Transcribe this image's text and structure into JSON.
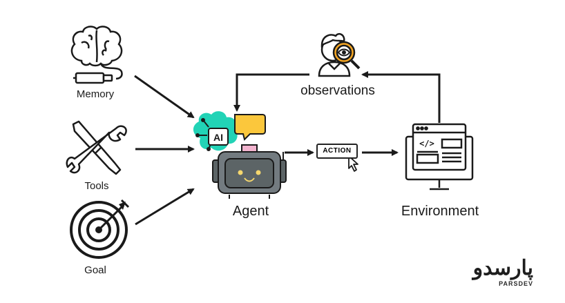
{
  "nodes": {
    "memory": {
      "label": "Memory",
      "icon": "brain-icon"
    },
    "tools": {
      "label": "Tools",
      "icon": "wrench-screwdriver-icon"
    },
    "goal": {
      "label": "Goal",
      "icon": "target-icon"
    },
    "agent": {
      "label": "Agent",
      "icon": "robot-icon",
      "badge": "AI"
    },
    "observations": {
      "label": "observations",
      "icon": "observer-magnifier-icon"
    },
    "environment": {
      "label": "Environment",
      "icon": "browser-monitor-icon"
    }
  },
  "action_tag": "ACTION",
  "brand": {
    "name": "پارسدو",
    "sub": "PARSDEV"
  },
  "colors": {
    "accent_teal": "#22d3b6",
    "accent_yellow": "#fbc73c",
    "accent_pink": "#f3b4cf",
    "robot_gray": "#737b80",
    "robot_face": "#5c6466",
    "eye_orange": "#f5a623",
    "stroke": "#1a1a1a"
  }
}
